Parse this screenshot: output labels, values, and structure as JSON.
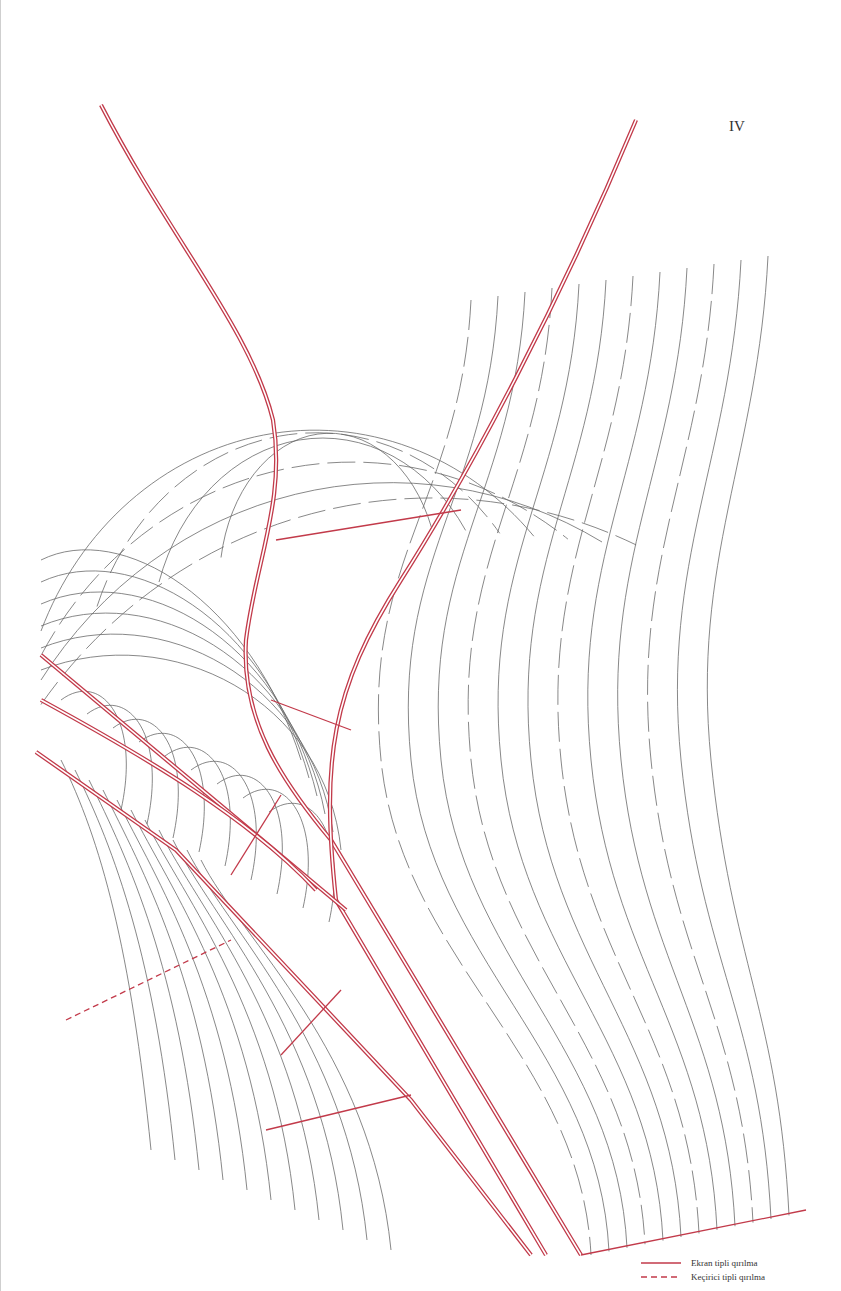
{
  "diagram": {
    "labels": [
      "IV"
    ],
    "legend": [
      {
        "text": "Ekran tipli qırılma"
      },
      {
        "text": "Keçirici tipli qırılma"
      }
    ]
  }
}
